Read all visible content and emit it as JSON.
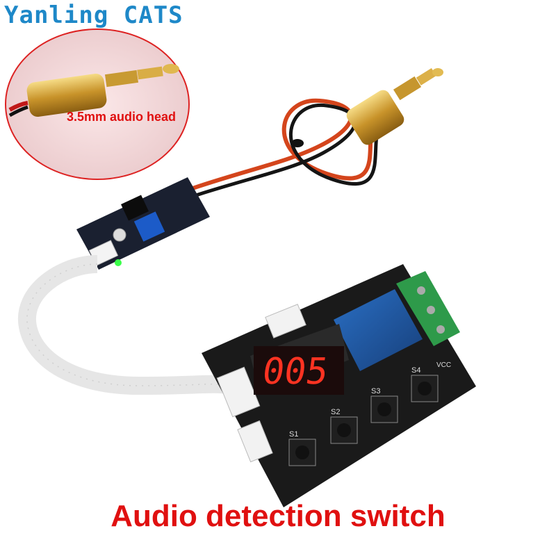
{
  "brand": "Yanling CATS",
  "inset": {
    "label": "3.5mm audio head"
  },
  "caption": "Audio detection switch",
  "display": {
    "readout": "005"
  },
  "board": {
    "button_labels": [
      "S1",
      "S2",
      "S3",
      "S4"
    ],
    "terminal_label": "VCC"
  },
  "colors": {
    "brand": "#1e88c8",
    "caption": "#e01010",
    "pcb": "#1a1a1a",
    "relay": "#1e5aa8",
    "terminal": "#2e9a4a",
    "gold": "#d6a73a"
  }
}
